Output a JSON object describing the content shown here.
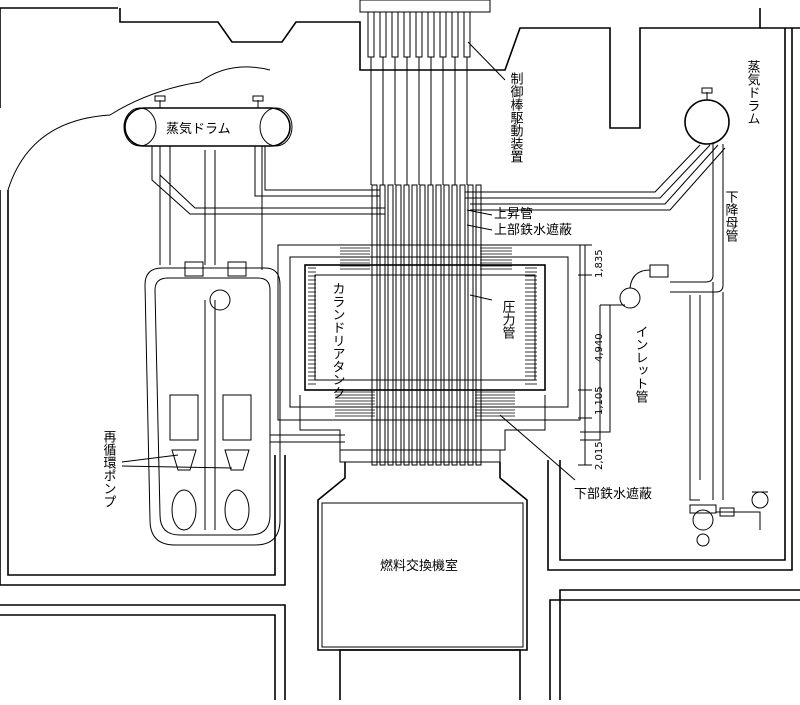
{
  "labels": {
    "control_rod_drive": "制御棒駆動装置",
    "steam_drum_left": "蒸気ドラム",
    "steam_drum_right": "蒸気ドラム",
    "downcomer_header": "下降母管",
    "riser_pipe": "上昇管",
    "upper_shield": "上部鉄水遮蔽",
    "calandria_tank": "カランドリアタンク",
    "pressure_tube": "圧力管",
    "inlet_pipe": "インレット管",
    "recirculation_pump": "再循環ポンプ",
    "lower_shield": "下部鉄水遮蔽",
    "fuel_exchange_room": "燃料交換機室"
  },
  "dimensions": {
    "d1": "1,835",
    "d2": "4,940",
    "d3": "1,105",
    "d4": "2,015"
  }
}
